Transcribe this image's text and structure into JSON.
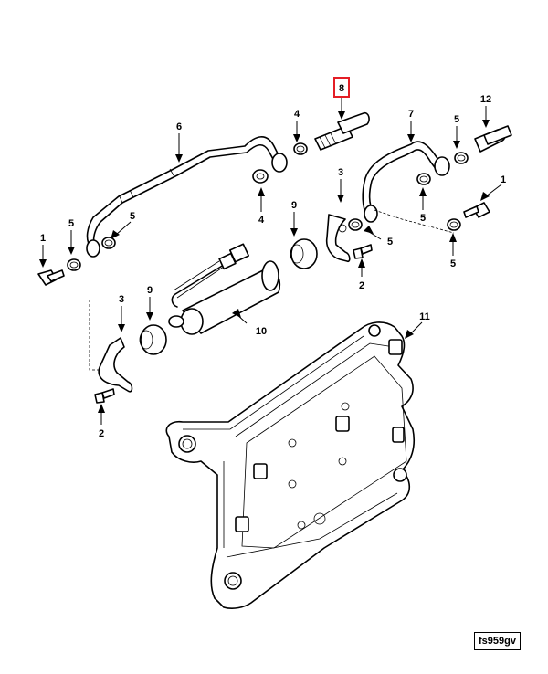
{
  "diagram": {
    "callouts": {
      "c1a": "1",
      "c1b": "1",
      "c2a": "2",
      "c2b": "2",
      "c3a": "3",
      "c3b": "3",
      "c4a": "4",
      "c4b": "4",
      "c5a": "5",
      "c5b": "5",
      "c5c": "5",
      "c5d": "5",
      "c5e": "5",
      "c5f": "5",
      "c6": "6",
      "c7": "7",
      "c8": "8",
      "c9a": "9",
      "c9b": "9",
      "c10": "10",
      "c11": "11",
      "c12": "12"
    },
    "highlighted_callout": "8",
    "highlight_color": "#e41e26",
    "reference_code": "fs959gv"
  }
}
